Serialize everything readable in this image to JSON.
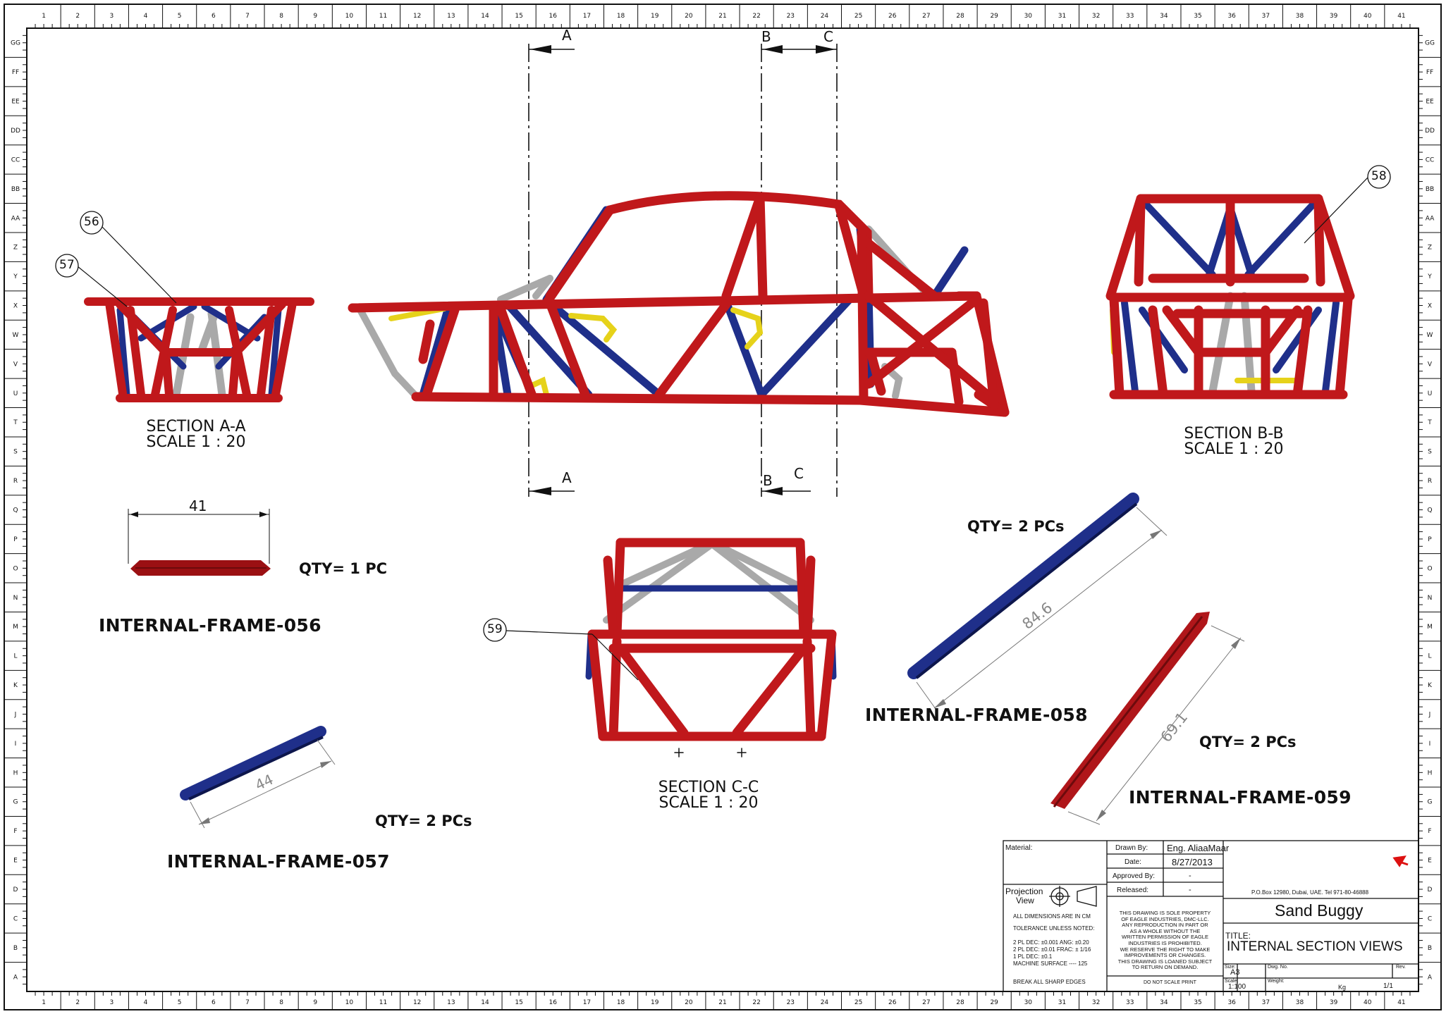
{
  "border": {
    "columns": [
      "1",
      "2",
      "3",
      "4",
      "5",
      "6",
      "7",
      "8",
      "9",
      "10",
      "11",
      "12",
      "13",
      "14",
      "15",
      "16",
      "17",
      "18",
      "19",
      "20",
      "21",
      "22",
      "23",
      "24",
      "25",
      "26",
      "27",
      "28",
      "29",
      "30",
      "31",
      "32",
      "33",
      "34",
      "35",
      "36",
      "37",
      "38",
      "39",
      "40",
      "41"
    ],
    "rows": [
      "GG",
      "FF",
      "EE",
      "DD",
      "CC",
      "BB",
      "AA",
      "Z",
      "Y",
      "X",
      "W",
      "V",
      "U",
      "T",
      "S",
      "R",
      "Q",
      "P",
      "O",
      "N",
      "M",
      "L",
      "K",
      "J",
      "I",
      "H",
      "G",
      "F",
      "E",
      "D",
      "C",
      "B",
      "A"
    ]
  },
  "section_markers": {
    "top": [
      "A",
      "B",
      "C"
    ],
    "bottom": [
      "A",
      "B",
      "C"
    ]
  },
  "balloons": [
    "56",
    "57",
    "58",
    "59"
  ],
  "section_views": {
    "aa": {
      "line1": "SECTION A-A",
      "line2": "SCALE 1 : 20"
    },
    "bb": {
      "line1": "SECTION B-B",
      "line2": "SCALE 1 : 20"
    },
    "cc": {
      "line1": "SECTION C-C",
      "line2": "SCALE 1 : 20"
    }
  },
  "parts": [
    {
      "name": "INTERNAL-FRAME-056",
      "qty": "QTY= 1 PC",
      "dimension": "41"
    },
    {
      "name": "INTERNAL-FRAME-057",
      "qty": "QTY= 2 PCs",
      "dimension": "44"
    },
    {
      "name": "INTERNAL-FRAME-058",
      "qty": "QTY= 2 PCs",
      "dimension": "84.6"
    },
    {
      "name": "INTERNAL-FRAME-059",
      "qty": "QTY= 2 PCs",
      "dimension": "69.1"
    }
  ],
  "title_block": {
    "material_label": "Material:",
    "drawn_by_label": "Drawn By:",
    "drawn_by": "Eng. AliaaMaar",
    "date_label": "Date:",
    "date": "8/27/2013",
    "approved_label": "Approved By:",
    "approved": "-",
    "released_label": "Released:",
    "released": "-",
    "address": "P.O.Box 12980, Dubai, UAE. Tel 971-80-46888",
    "project": "Sand Buggy",
    "title_label": "TITLE:",
    "title": "INTERNAL SECTION VIEWS",
    "projection_label_1": "Projection",
    "projection_label_2": "View",
    "notes": [
      "ALL DIMENSIONS ARE IN CM",
      "TOLERANCE UNLESS NOTED:",
      "2 PL DEC: ±0.001 ANG: ±0.20",
      "2 PL DEC: ±0.01 FRAC: ± 1/16",
      "1 PL DEC: ±0.1",
      "MACHINE SURFACE ---- 125",
      "BREAK ALL SHARP EDGES"
    ],
    "property_notice": [
      "THIS DRAWING IS SOLE PROPERTY",
      "OF EAGLE INDUSTRIES, DMC-LLC.",
      "ANY REPRODUCTION IN PART OR",
      "AS A WHOLE WITHOUT THE",
      "WRITTEN PERMISSION OF EAGLE",
      "INDUSTRIES IS PROHIBITED.",
      "WE RESERVE THE RIGHT TO MAKE",
      "IMPROVEMENTS OR CHANGES.",
      "THIS DRAWING IS LOANED SUBJECT",
      "TO RETURN ON DEMAND."
    ],
    "do_not_scale": "DO NOT SCALE PRINT",
    "size_label": "Size:",
    "size": "A3",
    "dwg_no_label": "Dwg. No.",
    "rev_label": "Rev.",
    "scale_label": "Scale:",
    "scale": "1:100",
    "weight_label": "Weight:",
    "weight_unit": "Kg",
    "sheet": "1/1"
  },
  "colors": {
    "frame_red": "#c0181b",
    "tube_blue": "#1f2f8a",
    "tube_gray": "#a9a9a9",
    "tube_yellow": "#e6d21a",
    "line": "#111111"
  }
}
